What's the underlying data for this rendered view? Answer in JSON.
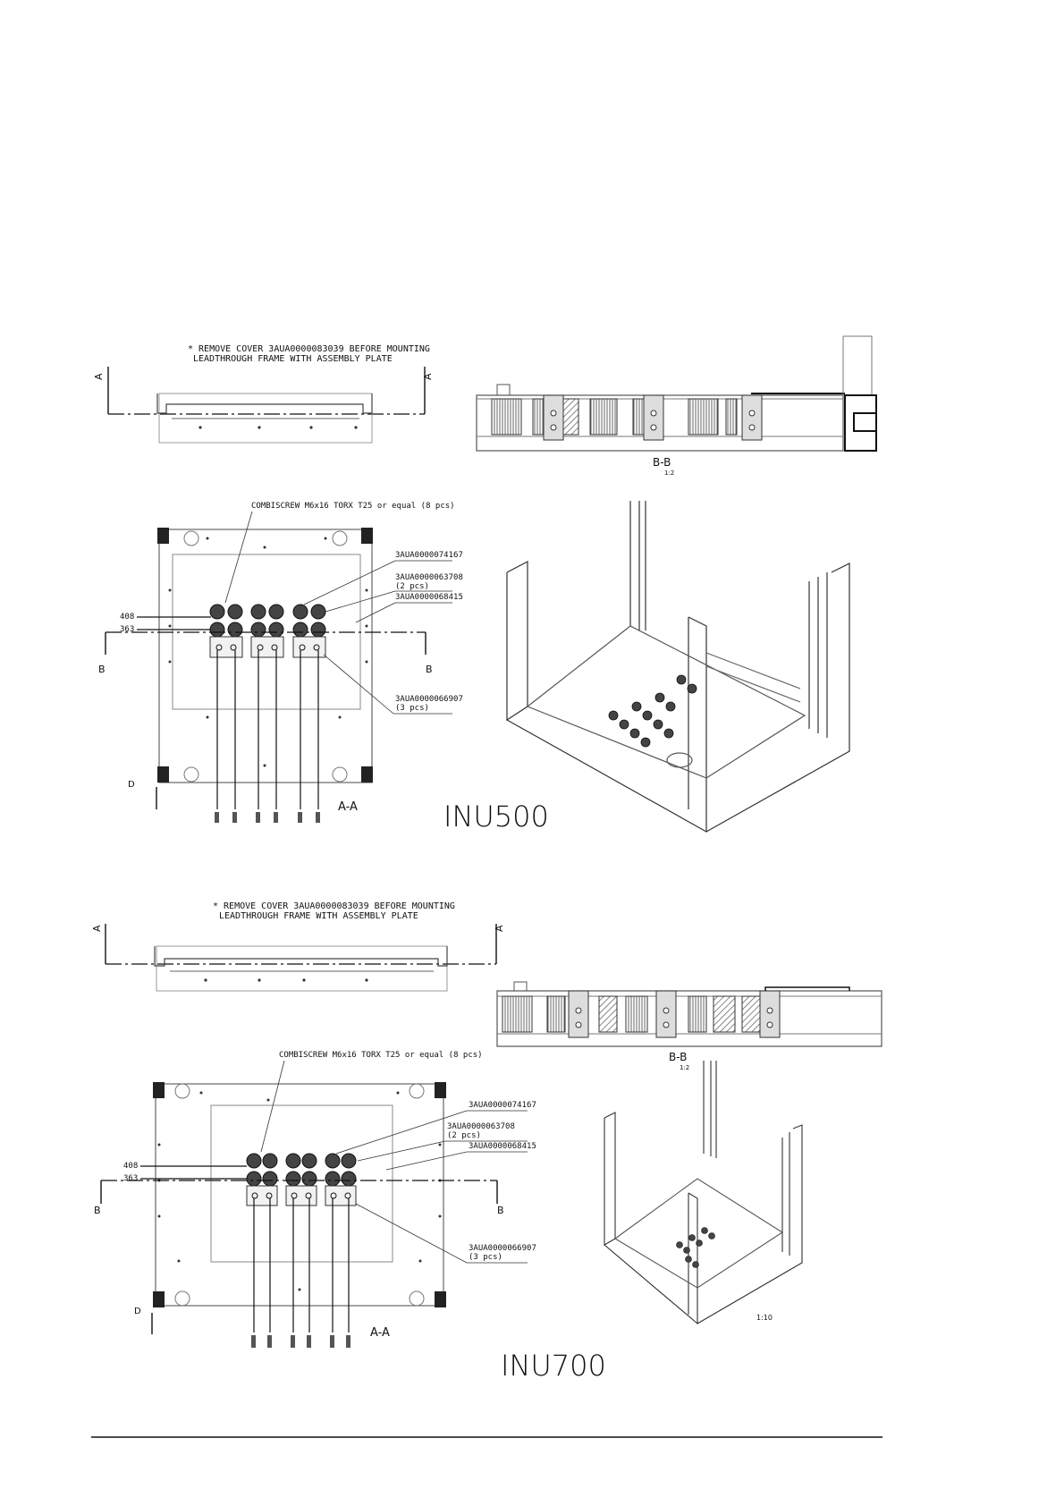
{
  "inu500": {
    "note": [
      "* REMOVE COVER 3AUA0000083039 BEFORE MOUNTING",
      "LEADTHROUGH FRAME WITH ASSEMBLY PLATE"
    ],
    "section_a": "A",
    "section_b": "B",
    "section_d": "D",
    "view_aa": "A-A",
    "view_bb": "B-B",
    "view_bb_scale": "1:2",
    "combiscrew": "COMBISCREW M6x16 TORX T25 or equal (8 pcs)",
    "part_1": "3AUA0000074167",
    "part_2": "3AUA0000063708",
    "part_2_qty": "(2 pcs)",
    "part_3": "3AUA0000068415",
    "part_4": "3AUA0000066907",
    "part_4_qty": "(3 pcs)",
    "label_408": "408",
    "label_363": "363",
    "model": "INU500"
  },
  "inu700": {
    "note": [
      "* REMOVE COVER 3AUA0000083039 BEFORE MOUNTING",
      "LEADTHROUGH FRAME WITH ASSEMBLY PLATE"
    ],
    "section_a": "A",
    "section_b": "B",
    "section_d": "D",
    "view_aa": "A-A",
    "view_bb": "B-B",
    "view_bb_scale": "1:2",
    "combiscrew": "COMBISCREW M6x16 TORX T25 or equal (8 pcs)",
    "part_1": "3AUA0000074167",
    "part_2": "3AUA0000063708",
    "part_2_qty": "(2 pcs)",
    "part_3": "3AUA0000068415",
    "part_4": "3AUA0000066907",
    "part_4_qty": "(3 pcs)",
    "label_408": "408",
    "label_363": "363",
    "iso_scale": "1:10",
    "model": "INU700"
  }
}
